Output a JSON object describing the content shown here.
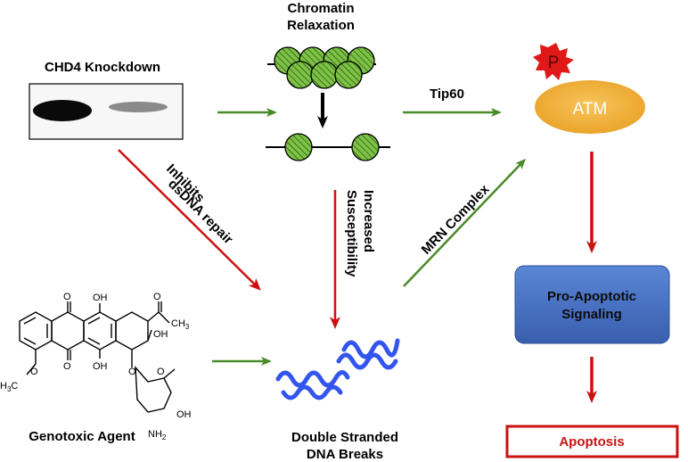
{
  "labels": {
    "knockdown": "CHD4 Knockdown",
    "chromatin_line1": "Chromatin",
    "chromatin_line2": "Relaxation",
    "tip60": "Tip60",
    "atm": "ATM",
    "phospho": "P",
    "inhibits_line1": "Inhibits",
    "inhibits_line2": "dsDNA repair",
    "increased_line1": "Increased",
    "increased_line2": "Susceptibility",
    "mrn": "MRN Complex",
    "pro_line1": "Pro-Apoptotic",
    "pro_line2": "Signaling",
    "apoptosis": "Apoptosis",
    "genotoxic": "Genotoxic Agent",
    "dsb_line1": "Double Stranded",
    "dsb_line2": "DNA Breaks"
  },
  "chem_labels": {
    "o1": "O",
    "oh1": "OH",
    "o2": "O",
    "oh2": "OH",
    "ch3": "CH",
    "ch3_sub": "3",
    "o3": "O",
    "oh3": "OH",
    "o4": "O",
    "o5": "O",
    "h3c": "H",
    "h3c_sub": "3",
    "h3c_c": "C",
    "o6": "O",
    "oh4": "OH",
    "nh2": "NH",
    "nh2_sub": "2"
  },
  "colors": {
    "green_arrow": "#4a8a2a",
    "red_arrow": "#cc1111",
    "nucleosome": "#7cc244",
    "dna_helix": "#3355ee",
    "atm": "#f0b23c",
    "phospho_star": "#e01818",
    "pro_box": "#4a72c4",
    "apoptosis_border": "#cc1111"
  }
}
